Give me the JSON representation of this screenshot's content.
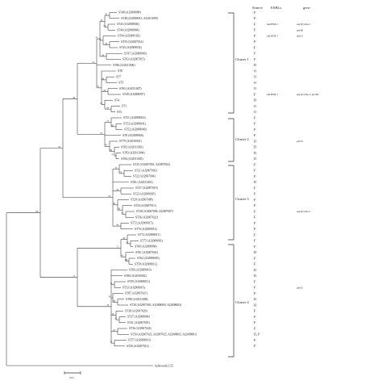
{
  "header": {
    "source": "Source",
    "esbls": "ESBLs",
    "gene": "gene"
  },
  "clusters": [
    "Cluster 1",
    "Cluster 2",
    "Cluster 3",
    "Cluster 4"
  ],
  "scale_label": "0.02",
  "outgroup": "Salmonella LT2",
  "rows": [
    {
      "label": "ST48  (AJ2008088)",
      "src": "F",
      "esbl": "",
      "gene": ""
    },
    {
      "label": "ST48  (AJ2008013, AJ2011009)",
      "src": "F",
      "esbl": "",
      "gene": ""
    },
    {
      "label": "ST43  (AJ2008004)",
      "src": "F",
      "esbl": "blaTEM-1",
      "gene": "aac(6')-Ib-cr"
    },
    {
      "label": "ST44  (AJ2008084)",
      "src": "F",
      "esbl": "",
      "gene": "qnrB1"
    },
    {
      "label": "ST94  (AJ2008102)",
      "src": "F",
      "esbl": "blaTEM-1",
      "gene": "qnrS1"
    },
    {
      "label": "ST55  (AJ2007014)",
      "src": "F",
      "esbl": "",
      "gene": ""
    },
    {
      "label": "ST45  (AJ2008034)",
      "src": "F",
      "esbl": "",
      "gene": ""
    },
    {
      "label": "ST47  (AJ2008009)",
      "src": "F",
      "esbl": "",
      "gene": ""
    },
    {
      "label": "ST63  (AJ2007015)",
      "src": "F",
      "esbl": "",
      "gene": ""
    },
    {
      "label": "ST86  (AJ2011006)",
      "src": "D",
      "esbl": "",
      "gene": ""
    },
    {
      "label": "ST8",
      "src": "O",
      "esbl": "",
      "gene": ""
    },
    {
      "label": "ST7",
      "src": "O",
      "esbl": "",
      "gene": ""
    },
    {
      "label": "ST5",
      "src": "O",
      "esbl": "",
      "gene": ""
    },
    {
      "label": "ST65  (AJ2011007)",
      "src": "O",
      "esbl": "",
      "gene": ""
    },
    {
      "label": "ST49  (AJ2008007)",
      "src": "F",
      "esbl": "blaTEM-1",
      "gene": "aac(6')-Ib-cr, qnrB2"
    },
    {
      "label": "ST4",
      "src": "D",
      "esbl": "",
      "gene": ""
    },
    {
      "label": "ST1",
      "src": "O",
      "esbl": "",
      "gene": ""
    },
    {
      "label": "ST3",
      "src": "O",
      "esbl": "",
      "gene": ""
    },
    {
      "label": "ST51  (AJ2008014)",
      "src": "F",
      "esbl": "",
      "gene": ""
    },
    {
      "label": "ST53  (AJ2008041)",
      "src": "F",
      "esbl": "",
      "gene": ""
    },
    {
      "label": "ST52  (AJ2008040)",
      "src": "F",
      "esbl": "",
      "gene": ""
    },
    {
      "label": "ST8  (AJ2009066)",
      "src": "F",
      "esbl": "",
      "gene": ""
    },
    {
      "label": "ST79  (AJ2010001)",
      "src": "D",
      "esbl": "",
      "gene": "qnrS1"
    },
    {
      "label": "ST82  (AJ2011003)",
      "src": "D",
      "esbl": "",
      "gene": ""
    },
    {
      "label": "ST83  (AJ2011004)",
      "src": "D",
      "esbl": "",
      "gene": ""
    },
    {
      "label": "ST84  (AJ2011005)",
      "src": "D",
      "esbl": "",
      "gene": ""
    },
    {
      "label": "ST25  (AJ2007001, AJ2007002)",
      "src": "F",
      "esbl": "",
      "gene": ""
    },
    {
      "label": "ST21  (AJ2007003)",
      "src": "F",
      "esbl": "",
      "gene": ""
    },
    {
      "label": "ST22  (AJ2007004)",
      "src": "F",
      "esbl": "",
      "gene": ""
    },
    {
      "label": "ST81  (AJ2011001)",
      "src": "D",
      "esbl": "",
      "gene": ""
    },
    {
      "label": "ST27  (AJ2007019)",
      "src": "F",
      "esbl": "",
      "gene": ""
    },
    {
      "label": "ST23  (AJ2009005)",
      "src": "F",
      "esbl": "",
      "gene": ""
    },
    {
      "label": "ST29  (AJ2007008)",
      "src": "F",
      "esbl": "",
      "gene": ""
    },
    {
      "label": "ST34  (AJ2007013)",
      "src": "F",
      "esbl": "",
      "gene": ""
    },
    {
      "label": "ST28  (AJ2007006, AJ2007007)",
      "src": "F",
      "esbl": "",
      "gene": "aac(6')-Ib-cr"
    },
    {
      "label": "ST36  (AJ2007022)",
      "src": "F",
      "esbl": "",
      "gene": ""
    },
    {
      "label": "ST72  (AJ2009015)",
      "src": "F",
      "esbl": "",
      "gene": ""
    },
    {
      "label": "ST76  (AJ2009014)",
      "src": "F",
      "esbl": "",
      "gene": ""
    },
    {
      "label": "ST72  (AJ2008011)",
      "src": "F",
      "esbl": "",
      "gene": ""
    },
    {
      "label": "ST75  (AJ2008003)",
      "src": "F",
      "esbl": "",
      "gene": ""
    },
    {
      "label": "ST60  (AJ2008084)",
      "src": "F",
      "esbl": "",
      "gene": ""
    },
    {
      "label": "ST61  (AJ2007026)",
      "src": "H",
      "esbl": "",
      "gene": ""
    },
    {
      "label": "ST62  (AJ2008005)",
      "src": "F",
      "esbl": "",
      "gene": ""
    },
    {
      "label": "ST58  (AJ2008012)",
      "src": "F",
      "esbl": "",
      "gene": ""
    },
    {
      "label": "ST66  (AJ2009010)",
      "src": "D",
      "esbl": "",
      "gene": ""
    },
    {
      "label": "ST80  (AJ2010002)",
      "src": "D",
      "esbl": "",
      "gene": ""
    },
    {
      "label": "ST59  (AJ2008013)",
      "src": "F",
      "esbl": "",
      "gene": ""
    },
    {
      "label": "ST33  (AJ2009016)",
      "src": "F",
      "esbl": "",
      "gene": "qnrS1"
    },
    {
      "label": "ST87  (AJ2007021)",
      "src": "F",
      "esbl": "",
      "gene": ""
    },
    {
      "label": "ST88  (AJ2011008)",
      "src": "D",
      "esbl": "",
      "gene": ""
    },
    {
      "label": "ST30  (AJ2007005, AJ2008000, AJ2008002)",
      "src": "H",
      "esbl": "",
      "gene": ""
    },
    {
      "label": "ST38  (AJ2007020)",
      "src": "F",
      "esbl": "",
      "gene": ""
    },
    {
      "label": "ST37  (AJ2008004)",
      "src": "F",
      "esbl": "",
      "gene": ""
    },
    {
      "label": "ST41  (AJ2007005)",
      "src": "F",
      "esbl": "",
      "gene": ""
    },
    {
      "label": "ST36  (AJ2007024)",
      "src": "F",
      "esbl": "",
      "gene": ""
    },
    {
      "label": "ST39  (AJ2007023, AJ2007025, AJ2008003, AJ2008001)",
      "src": "D, F",
      "esbl": "",
      "gene": ""
    },
    {
      "label": "ST57  (AJ2008010)",
      "src": "F",
      "esbl": "",
      "gene": ""
    },
    {
      "label": "ST26  (AJ2007012)",
      "src": "F",
      "esbl": "",
      "gene": ""
    }
  ],
  "bootstraps": [
    "90",
    "95",
    "76",
    "88",
    "73",
    "99",
    "54",
    "66",
    "88",
    "64",
    "87",
    "72",
    "54",
    "60",
    "77",
    "87",
    "90",
    "93",
    "92",
    "68",
    "73",
    "78",
    "99",
    "61",
    "69",
    "99",
    "86",
    "90",
    "95",
    "62",
    "68",
    "100",
    "91",
    "71",
    "79",
    "88",
    "59",
    "62",
    "56",
    "65",
    "53",
    "56",
    "72",
    "86",
    "50"
  ]
}
